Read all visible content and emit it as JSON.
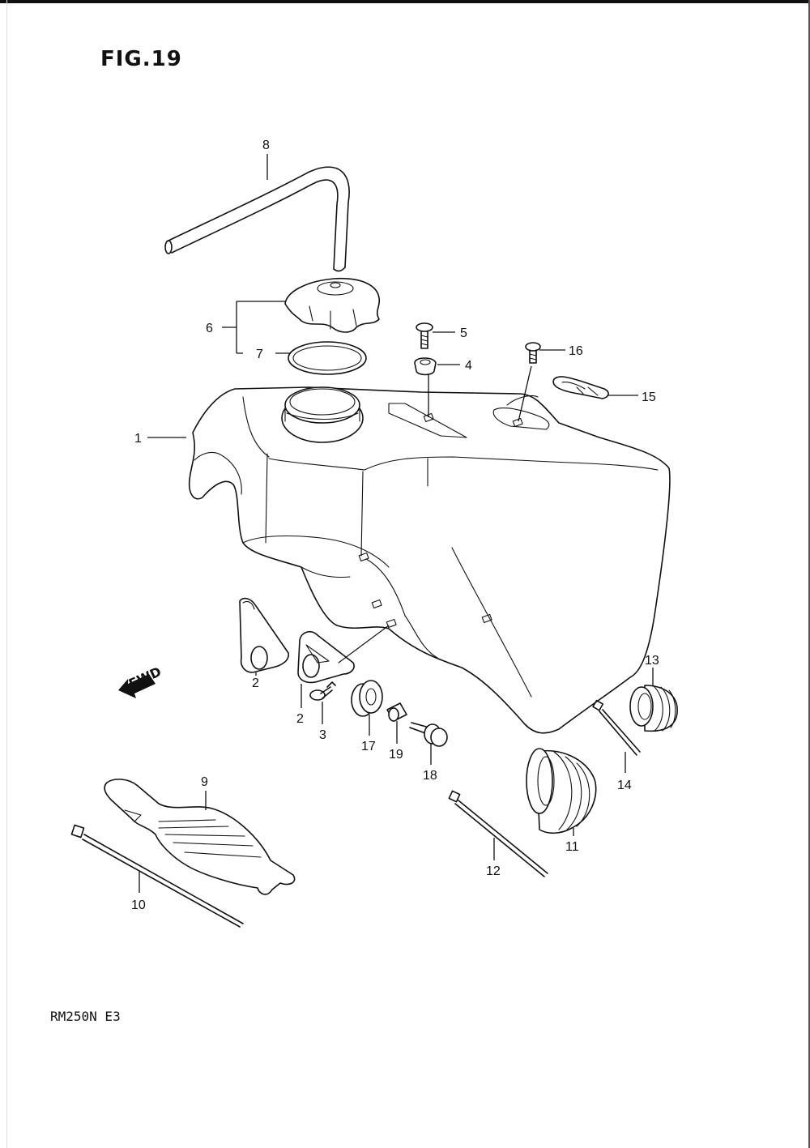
{
  "figure": {
    "title": "FIG.19",
    "model_code": "RM250N  E3",
    "fwd_label": "FWD"
  },
  "callouts": [
    "1",
    "2",
    "2",
    "3",
    "4",
    "5",
    "6",
    "7",
    "8",
    "9",
    "10",
    "11",
    "12",
    "13",
    "14",
    "15",
    "16",
    "17",
    "18",
    "19"
  ],
  "parts": [
    {
      "ref": "1",
      "name": "fuel-tank"
    },
    {
      "ref": "2",
      "name": "tank-mount-bracket"
    },
    {
      "ref": "3",
      "name": "bracket-bolt"
    },
    {
      "ref": "4",
      "name": "cushion"
    },
    {
      "ref": "5",
      "name": "screw"
    },
    {
      "ref": "6",
      "name": "fuel-cap"
    },
    {
      "ref": "7",
      "name": "cap-gasket"
    },
    {
      "ref": "8",
      "name": "breather-hose"
    },
    {
      "ref": "9",
      "name": "tank-strap"
    },
    {
      "ref": "10",
      "name": "cable-tie"
    },
    {
      "ref": "11",
      "name": "bellows-boot-large"
    },
    {
      "ref": "12",
      "name": "cable-tie"
    },
    {
      "ref": "13",
      "name": "bellows-boot-small"
    },
    {
      "ref": "14",
      "name": "cable-tie"
    },
    {
      "ref": "15",
      "name": "clip"
    },
    {
      "ref": "16",
      "name": "screw"
    },
    {
      "ref": "17",
      "name": "grommet"
    },
    {
      "ref": "18",
      "name": "bolt"
    },
    {
      "ref": "19",
      "name": "spacer"
    }
  ]
}
